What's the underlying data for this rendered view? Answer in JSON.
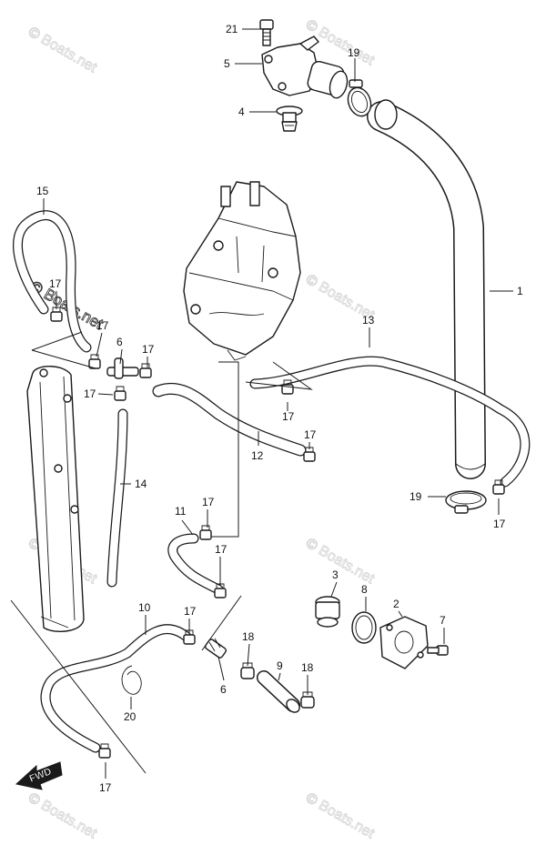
{
  "watermark": "© Boats.net",
  "fwd_label": "FWD",
  "callouts": {
    "c1": "1",
    "c2": "2",
    "c3": "3",
    "c4": "4",
    "c5": "5",
    "c6": "6",
    "c6b": "6",
    "c7": "7",
    "c8": "8",
    "c9": "9",
    "c10": "10",
    "c11": "11",
    "c12": "12",
    "c13": "13",
    "c14": "14",
    "c15": "15",
    "c17a": "17",
    "c17b": "17",
    "c17c": "17",
    "c17d": "17",
    "c17e": "17",
    "c17f": "17",
    "c17g": "17",
    "c17h": "17",
    "c17i": "17",
    "c17j": "17",
    "c17k": "17",
    "c18a": "18",
    "c18b": "18",
    "c19a": "19",
    "c19b": "19",
    "c20": "20",
    "c21": "21"
  }
}
